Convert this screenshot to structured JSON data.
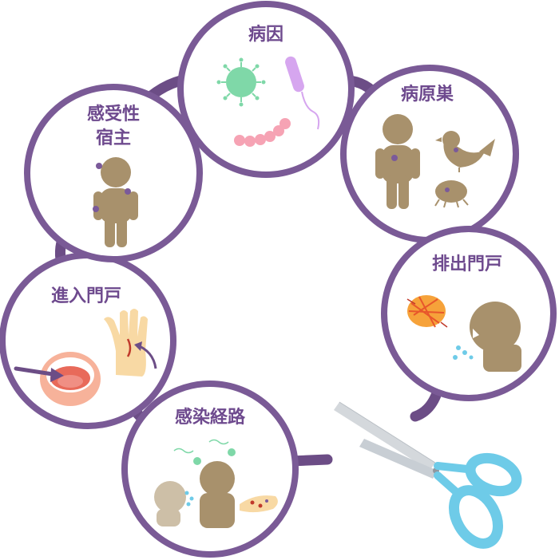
{
  "diagram": {
    "type": "chain-of-infection",
    "nodes": [
      {
        "id": "pathogen",
        "label": "病因"
      },
      {
        "id": "reservoir",
        "label": "病原巣"
      },
      {
        "id": "portal_of_exit",
        "label": "排出門戸"
      },
      {
        "id": "mode_of_transmission",
        "label": "感染経路"
      },
      {
        "id": "portal_of_entry",
        "label": "進入門戸"
      },
      {
        "id": "susceptible_host",
        "label_lines": [
          "感受性",
          "宿主"
        ]
      }
    ],
    "break_symbol": "scissors-icon",
    "colors": {
      "ring": "#7a5a96",
      "figure": "#a8916c",
      "germ_purple": "#7b5a9a",
      "green_microbe": "#7fd8a8",
      "pink_microbe": "#f6a3b4",
      "lilac_microbe": "#d6a6ef",
      "scissors_handle": "#6ecbe8"
    }
  }
}
